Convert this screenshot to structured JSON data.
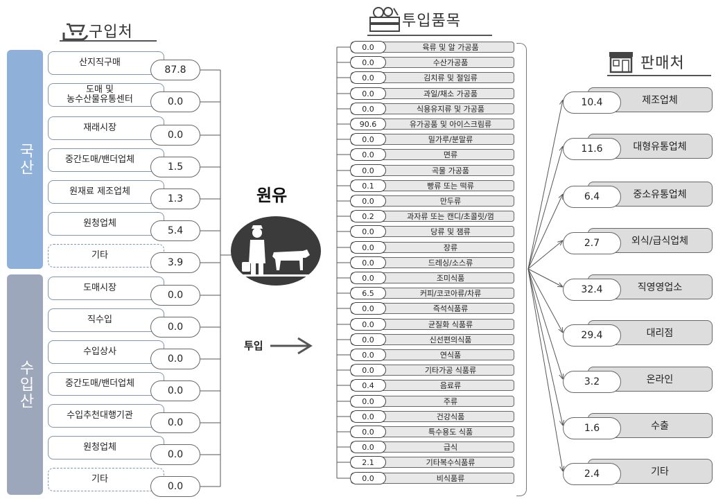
{
  "headers": {
    "purchase": "구입처",
    "items": "투입품목",
    "sales": "판매처"
  },
  "center": {
    "title": "원유",
    "input_label": "투입"
  },
  "origins": [
    {
      "label": "국산",
      "color": "#8fb0d8"
    },
    {
      "label": "수입산",
      "color": "#9ca7bb"
    }
  ],
  "purchase": [
    {
      "label": "산지직구매",
      "value": "87.8"
    },
    {
      "label": "도매 및\n농수산물유통센터",
      "value": "0.0"
    },
    {
      "label": "재래시장",
      "value": "0.0"
    },
    {
      "label": "중간도매/밴더업체",
      "value": "1.5"
    },
    {
      "label": "원재료 제조업체",
      "value": "1.3"
    },
    {
      "label": "원청업체",
      "value": "5.4"
    },
    {
      "label": "기타",
      "value": "3.9"
    },
    {
      "label": "도매시장",
      "value": "0.0"
    },
    {
      "label": "직수입",
      "value": "0.0"
    },
    {
      "label": "수입상사",
      "value": "0.0"
    },
    {
      "label": "중간도매/밴더업체",
      "value": "0.0"
    },
    {
      "label": "수입추천대행기관",
      "value": "0.0"
    },
    {
      "label": "원청업체",
      "value": "0.0"
    },
    {
      "label": "기타",
      "value": "0.0"
    }
  ],
  "items": [
    {
      "label": "육류 및 알 가공품",
      "value": "0.0"
    },
    {
      "label": "수산가공품",
      "value": "0.0"
    },
    {
      "label": "김치류 및 절임류",
      "value": "0.0"
    },
    {
      "label": "과일/채소 가공품",
      "value": "0.0"
    },
    {
      "label": "식용유지류 및 가공품",
      "value": "0.0"
    },
    {
      "label": "유가공품 및 아이스크림류",
      "value": "90.6"
    },
    {
      "label": "밀가루/분말류",
      "value": "0.0"
    },
    {
      "label": "면류",
      "value": "0.0"
    },
    {
      "label": "곡물 가공품",
      "value": "0.0"
    },
    {
      "label": "빵류 또는 떡류",
      "value": "0.1"
    },
    {
      "label": "만두류",
      "value": "0.0"
    },
    {
      "label": "과자류 또는 캔디/초콜릿/껌",
      "value": "0.2"
    },
    {
      "label": "당류 및 잼류",
      "value": "0.0"
    },
    {
      "label": "장류",
      "value": "0.0"
    },
    {
      "label": "드레싱/소스류",
      "value": "0.0"
    },
    {
      "label": "조미식품",
      "value": "0.0"
    },
    {
      "label": "커피/코코아류/차류",
      "value": "6.5"
    },
    {
      "label": "즉석식품류",
      "value": "0.0"
    },
    {
      "label": "균질화 식품류",
      "value": "0.0"
    },
    {
      "label": "신선편의식품",
      "value": "0.0"
    },
    {
      "label": "연식품",
      "value": "0.0"
    },
    {
      "label": "기타가공 식품류",
      "value": "0.0"
    },
    {
      "label": "음료류",
      "value": "0.4"
    },
    {
      "label": "주류",
      "value": "0.0"
    },
    {
      "label": "건강식품",
      "value": "0.0"
    },
    {
      "label": "특수용도 식품",
      "value": "0.0"
    },
    {
      "label": "급식",
      "value": "0.0"
    },
    {
      "label": "기타복수식품류",
      "value": "2.1"
    },
    {
      "label": "비식품류",
      "value": "0.0"
    }
  ],
  "sales": [
    {
      "label": "제조업체",
      "value": "10.4"
    },
    {
      "label": "대형유통업체",
      "value": "11.6"
    },
    {
      "label": "중소유통업체",
      "value": "6.4"
    },
    {
      "label": "외식/급식업체",
      "value": "2.7"
    },
    {
      "label": "직영영업소",
      "value": "32.4"
    },
    {
      "label": "대리점",
      "value": "29.4"
    },
    {
      "label": "온라인",
      "value": "3.2"
    },
    {
      "label": "수출",
      "value": "1.6"
    },
    {
      "label": "기타",
      "value": "2.4"
    }
  ]
}
